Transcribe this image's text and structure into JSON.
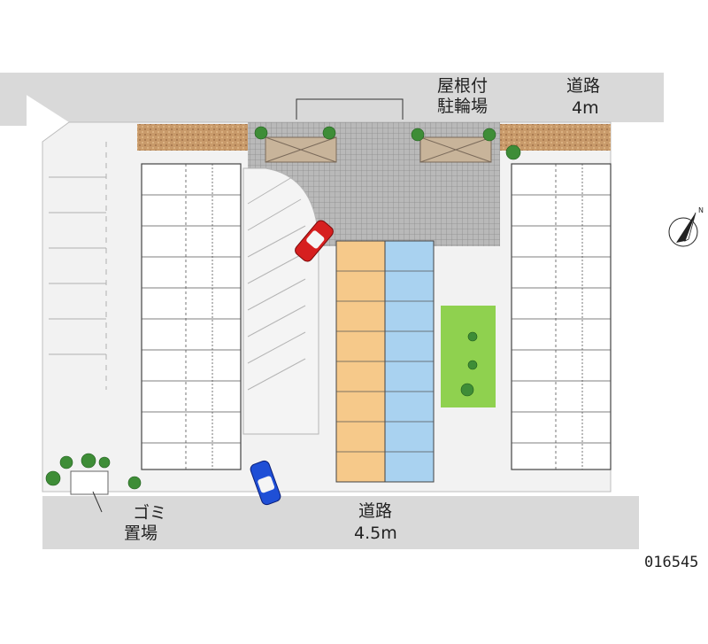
{
  "labels": {
    "covered_bike_parking_line1": "屋根付",
    "covered_bike_parking_line2": "駐輪場",
    "road_north_line1": "道路",
    "road_north_line2": "4m",
    "road_south_line1": "道路",
    "road_south_line2": "4.5m",
    "garbage_line1": "ゴミ",
    "garbage_line2": "置場",
    "property_code": "016545",
    "compass_north": "N"
  },
  "colors": {
    "road": "#d9d9d9",
    "paving": "#a8a8a8",
    "roof_orange": "#f6c98a",
    "roof_blue": "#a9d2f0",
    "lawn": "#8fd14f",
    "hedge_band": "#c89a6a",
    "car_red": "#d61f1f",
    "car_blue": "#1f4fd6",
    "tree": "#3e8d37"
  }
}
